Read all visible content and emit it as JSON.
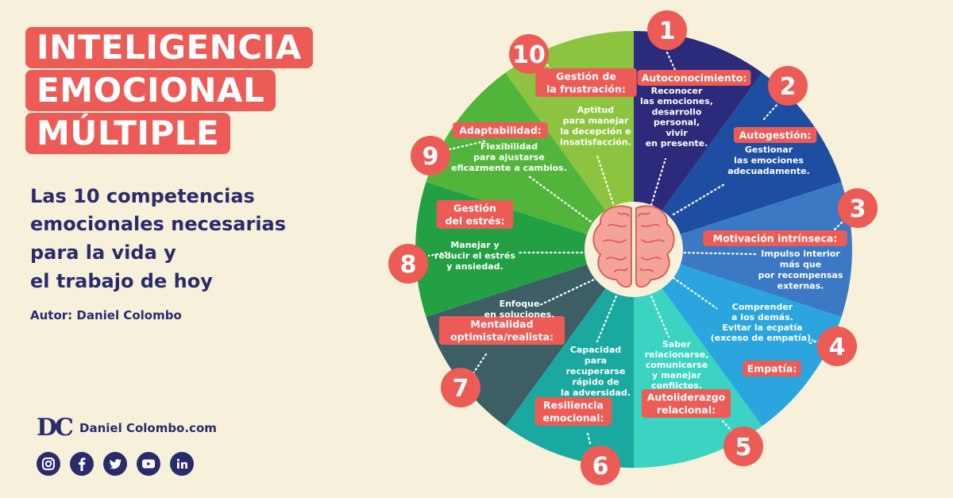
{
  "title_lines": [
    "INTELIGENCIA",
    "EMOCIONAL",
    "MÚLTIPLE"
  ],
  "subtitle_lines": [
    "Las 10 competencias",
    "emocionales necesarias",
    "para la vida y",
    "el trabajo de hoy"
  ],
  "author": "Autor: Daniel Colombo",
  "brand": {
    "logo": "DC",
    "name": "Daniel Colombo.com"
  },
  "social_icons": [
    "instagram-icon",
    "facebook-icon",
    "twitter-icon",
    "youtube-icon",
    "linkedin-icon"
  ],
  "competencies": [
    {
      "number": "1",
      "label": [
        "Autoconocimiento:"
      ],
      "description": [
        "Reconocer",
        "las emociones,",
        "desarrollo",
        "personal,",
        "vivir",
        "en presente."
      ],
      "color": "#2c2a7a"
    },
    {
      "number": "2",
      "label": [
        "Autogestión:"
      ],
      "description": [
        "Gestionar",
        "las emociones",
        "adecuadamente."
      ],
      "color": "#1d4ea2"
    },
    {
      "number": "3",
      "label": [
        "Motivación intrínseca:"
      ],
      "description": [
        "Impulso interior",
        "más que",
        "por recompensas",
        "externas."
      ],
      "color": "#3b79c4"
    },
    {
      "number": "4",
      "label": [
        "Empatía:"
      ],
      "description": [
        "Comprender",
        "a los demás.",
        "Evitar la ecpatía",
        "(exceso de empatía)."
      ],
      "color": "#2aa5de"
    },
    {
      "number": "5",
      "label": [
        "Autoliderazgo",
        "relacional:"
      ],
      "description": [
        "Saber",
        "relacionarse,",
        "comunicarse",
        "y manejar",
        "conflictos."
      ],
      "color": "#3bd3c2"
    },
    {
      "number": "6",
      "label": [
        "Resiliencia",
        "emocional:"
      ],
      "description": [
        "Capacidad",
        "para",
        "recuperarse",
        "rápido de",
        "la adversidad."
      ],
      "color": "#1aa9a0"
    },
    {
      "number": "7",
      "label": [
        "Mentalidad",
        "optimista/realista:"
      ],
      "description": [
        "Enfoque",
        "en soluciones."
      ],
      "color": "#3c5e64"
    },
    {
      "number": "8",
      "label": [
        "Gestión",
        "del estrés:"
      ],
      "description": [
        "Manejar y",
        "reducir el estrés",
        "y ansiedad."
      ],
      "color": "#23a043"
    },
    {
      "number": "9",
      "label": [
        "Adaptabilidad:"
      ],
      "description": [
        "Flexibilidad",
        "para ajustarse",
        "eficazmente a cambios."
      ],
      "color": "#52b53b"
    },
    {
      "number": "10",
      "label": [
        "Gestión de",
        "la frustración:"
      ],
      "description": [
        "Aptitud",
        "para manejar",
        "la decepción e",
        "insatisfacción."
      ],
      "color": "#8cc43f"
    }
  ],
  "colors": {
    "accent": "#ec5b55",
    "navy": "#2b2a6b",
    "background": "#f7f1dc",
    "brain": "#f4a39a"
  }
}
